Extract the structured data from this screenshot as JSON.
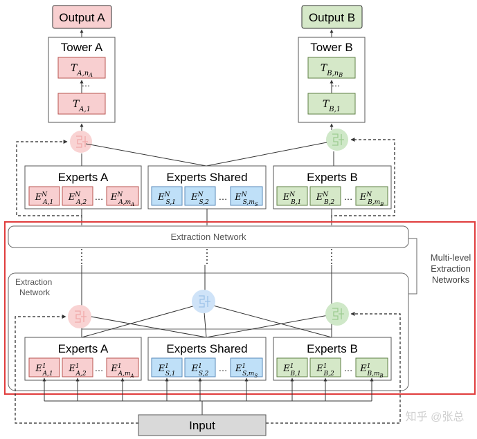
{
  "output_a": "Output A",
  "output_b": "Output B",
  "tower_a": {
    "title": "Tower A",
    "top_sub": "A,n",
    "top_subsub": "A",
    "bottom_sub": "A,1"
  },
  "tower_b": {
    "title": "Tower B",
    "top_sub": "B,n",
    "top_subsub": "B",
    "bottom_sub": "B,1"
  },
  "tower_letter": "T",
  "dots": "…",
  "expert_letter": "E",
  "upper_level_sup": "N",
  "lower_level_sup": "1",
  "upper_groups": [
    {
      "title": "Experts A",
      "subs": [
        "A,1",
        "A,2",
        "A,m"
      ],
      "subsub": "A"
    },
    {
      "title": "Experts Shared",
      "subs": [
        "S,1",
        "S,2",
        "S,m"
      ],
      "subsub": "S"
    },
    {
      "title": "Experts B",
      "subs": [
        "B,1",
        "B,2",
        "B,m"
      ],
      "subsub": "B"
    }
  ],
  "lower_groups": [
    {
      "title": "Experts A",
      "subs": [
        "A,1",
        "A,2",
        "A,m"
      ],
      "subsub": "A"
    },
    {
      "title": "Experts Shared",
      "subs": [
        "S,1",
        "S,2",
        "S,m"
      ],
      "subsub": "S"
    },
    {
      "title": "Experts B",
      "subs": [
        "B,1",
        "B,2",
        "B,m"
      ],
      "subsub": "B"
    }
  ],
  "extraction_network_top": "Extraction Network",
  "extraction_network_inner": [
    "Extraction",
    "Network"
  ],
  "multi_level_label": [
    "Multi-level",
    "Extraction",
    "Networks"
  ],
  "input": "Input",
  "watermark": "知乎 @张总",
  "colors": {
    "a_fill": "#f8cfd0",
    "a_stroke": "#b85450",
    "shared_fill": "#bfe0f8",
    "shared_stroke": "#5a8ab8",
    "b_fill": "#d5e8c8",
    "b_stroke": "#5f7f44",
    "gate_a": "#f9d3d3",
    "gate_shared": "#cfe3f8",
    "gate_b": "#cfe8c8",
    "highlight": "#e03c3c",
    "input_fill": "#d9d9d9"
  }
}
